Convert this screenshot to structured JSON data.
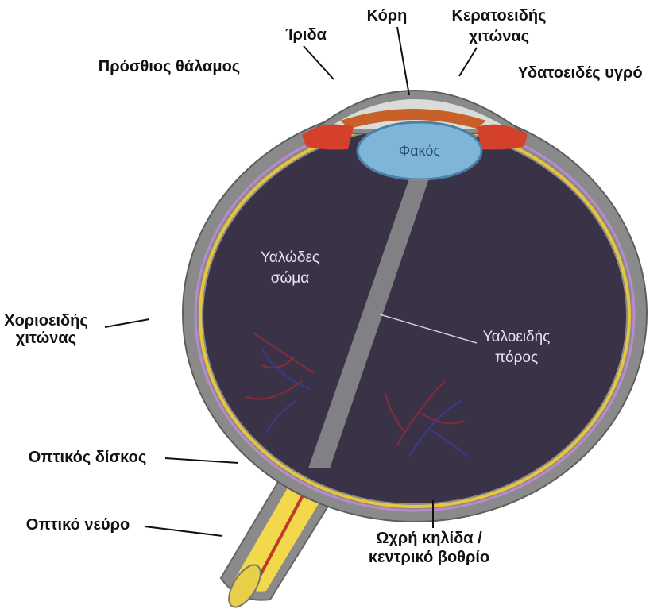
{
  "diagram": {
    "labels": {
      "iris": "Ίριδα",
      "pupil": "Κόρη",
      "cornea": [
        "Κερατοειδής",
        "χιτώνας"
      ],
      "anterior_chamber": "Πρόσθιος θάλαμος",
      "aqueous": "Υδατοειδές υγρό",
      "lens": "Φακός",
      "vitreous_body": [
        "Υαλώδες",
        "σώμα"
      ],
      "hyaloid_canal": [
        "Υαλοειδής",
        "πόρος"
      ],
      "choroid": [
        "Χοριοειδής",
        "χιτώνας"
      ],
      "optic_disc": "Οπτικός δίσκος",
      "optic_nerve": "Οπτικό νεύρο",
      "macula": [
        "Ωχρή κηλίδα /",
        "κεντρικό βοθρίο"
      ]
    },
    "colors": {
      "sclera": "#8a8a8a",
      "vitreous": "#3a3347",
      "retina_yellow": "#e8c53a",
      "choroid_purple": "#b98ad0",
      "lens_fill": "#7fb6d8",
      "iris_orange": "#c8602a",
      "ciliary_red": "#d4402a",
      "nerve_yellow": "#f2d84a"
    }
  }
}
